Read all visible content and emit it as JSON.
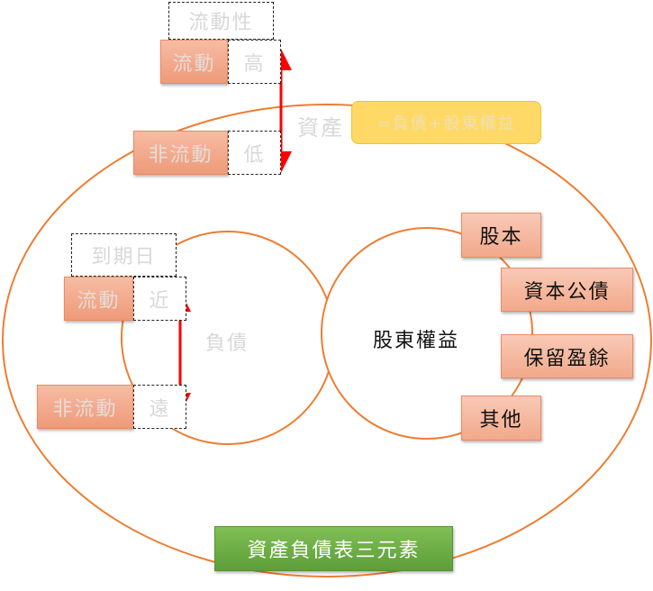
{
  "assets": {
    "label": "資產",
    "equation": "=負債+股東權益",
    "liquidity_header": "流動性",
    "current": "流動",
    "current_level": "高",
    "noncurrent": "非流動",
    "noncurrent_level": "低"
  },
  "liabilities": {
    "label": "負債",
    "maturity_header": "到期日",
    "current": "流動",
    "current_term": "近",
    "noncurrent": "非流動",
    "noncurrent_term": "遠"
  },
  "equity": {
    "label": "股東權益",
    "items": [
      "股本",
      "資本公債",
      "保留盈餘",
      "其他"
    ]
  },
  "title": "資產負債表三元素",
  "colors": {
    "ellipse": "#ed7d31",
    "arrow": "#ff0000",
    "title_bg": "#70ad47",
    "equation_bg": "#ffd966"
  }
}
